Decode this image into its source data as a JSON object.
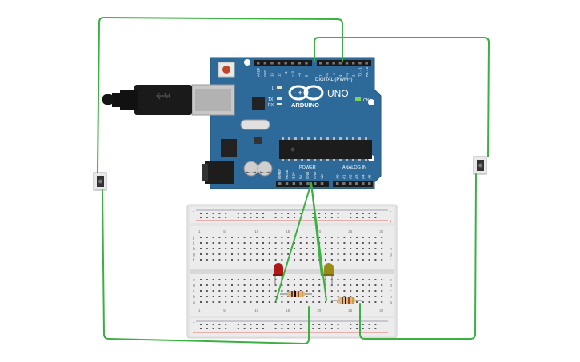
{
  "arduino": {
    "brand": "ARDUINO",
    "model": "UNO",
    "logo_symbol": "-  +",
    "header_digital": "DIGITAL (PWM~)",
    "header_power": "POWER",
    "header_analog": "ANALOG IN",
    "led_l": "L",
    "led_tx": "TX",
    "led_rx": "RX",
    "led_on": "ON",
    "digital_pins": [
      "AREF",
      "GND",
      "13",
      "12",
      "~11",
      "~10",
      "~9",
      "8",
      "7",
      "~6",
      "~5",
      "4",
      "~3",
      "2",
      "TX→1",
      "RX←0"
    ],
    "power_pins": [
      "IOREF",
      "RESET",
      "3.3V",
      "5V",
      "GND",
      "GND",
      "Vin"
    ],
    "analog_pins": [
      "A0",
      "A1",
      "A2",
      "A3",
      "A4",
      "A5"
    ]
  },
  "breadboard": {
    "rail_plus": "+",
    "rail_minus": "-",
    "row_letters_top": [
      "j",
      "i",
      "h",
      "g",
      "f"
    ],
    "row_letters_bottom": [
      "e",
      "d",
      "c",
      "b",
      "a"
    ],
    "column_numbers": [
      "1",
      "5",
      "10",
      "15",
      "20",
      "25",
      "30"
    ]
  },
  "components": {
    "led_red_color": "#b01818",
    "led_yellow_color": "#9c8a16",
    "wire_color": "#3cb043",
    "board_color": "#2d6a9a"
  },
  "icons": {
    "usb": "usb-cable-icon",
    "power_jack": "dc-jack-icon",
    "button_left": "pushbutton-icon",
    "button_right": "pushbutton-icon"
  }
}
